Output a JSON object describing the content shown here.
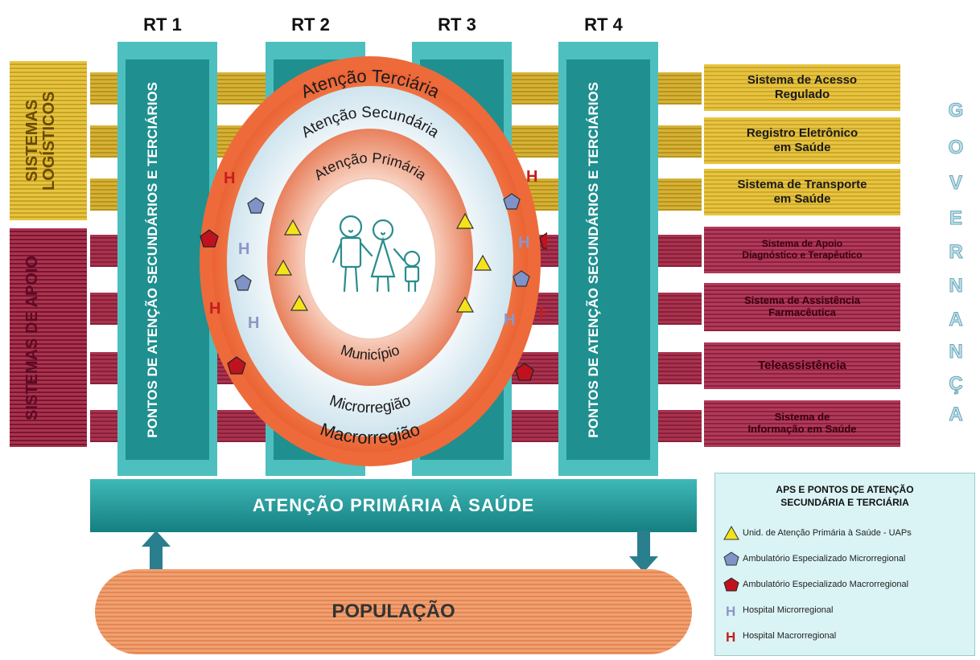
{
  "columns": {
    "rt1": "RT 1",
    "rt2": "RT 2",
    "rt3": "RT 3",
    "rt4": "RT 4"
  },
  "left_groups": {
    "logistic": "SISTEMAS LOGÍSTICOS",
    "support": "SISTEMAS DE APOIO"
  },
  "points_label": "PONTOS DE ATENÇÃO SECUNDÁRIOS E TERCIÁRIOS",
  "rings": {
    "outer_top": "Atenção Terciária",
    "outer_bottom": "Macrorregião",
    "middle_top": "Atenção Secundária",
    "middle_bottom": "Microrregião",
    "inner_top": "Atenção Primária",
    "inner_bottom": "Município"
  },
  "right_systems": [
    {
      "label": "Sistema de Acesso Regulado",
      "line1": "Sistema de Acesso",
      "line2": "Regulado"
    },
    {
      "label": "Registro Eletrônico em Saúde",
      "line1": "Registro Eletrônico",
      "line2": "em Saúde"
    },
    {
      "label": "Sistema de Transporte em Saúde",
      "line1": "Sistema de Transporte",
      "line2": "em Saúde"
    },
    {
      "label": "Sistema de Apoio Diagnóstico e Terapêutico",
      "line1": "Sistema de Apoio",
      "line2": "Diagnóstico e Terapêutico"
    },
    {
      "label": "Sistema de Assistência Farmacêutica",
      "line1": "Sistema de Assistência",
      "line2": "Farmacêutica"
    },
    {
      "label": "Teleassistência",
      "line1": "Teleassistência",
      "line2": ""
    },
    {
      "label": "Sistema de Informação em Saúde",
      "line1": "Sistema de",
      "line2": "Informação em Saúde"
    }
  ],
  "governance_letters": [
    "G",
    "O",
    "V",
    "E",
    "R",
    "N",
    "A",
    "N",
    "Ç",
    "A"
  ],
  "aps_bar": "ATENÇÃO PRIMÁRIA À SAÚDE",
  "population": "POPULAÇÃO",
  "hospital_glyph": "H",
  "legend": {
    "title_line1": "APS E PONTOS DE ATENÇÃO",
    "title_line2": "SECUNDÁRIA E TERCIÁRIA",
    "items": [
      {
        "label": "Unid. de Atenção Primária à Saúde - UAPs",
        "icon": "yellow-triangle-icon"
      },
      {
        "label": "Ambulatório Especializado Microrregional",
        "icon": "blue-pentagon-icon"
      },
      {
        "label": "Ambulatório Especializado Macrorregional",
        "icon": "red-pentagon-icon"
      },
      {
        "label": "Hospital Microrregional",
        "icon": "light-h-icon"
      },
      {
        "label": "Hospital Macrorregional",
        "icon": "red-h-icon"
      }
    ]
  },
  "colors": {
    "teal": "#1f8f8f",
    "teal_light": "#4dbfbf",
    "yellow": "#e6c440",
    "wine": "#8e2142",
    "orange": "#ee6a3a",
    "governance": "#bfe3ec"
  }
}
